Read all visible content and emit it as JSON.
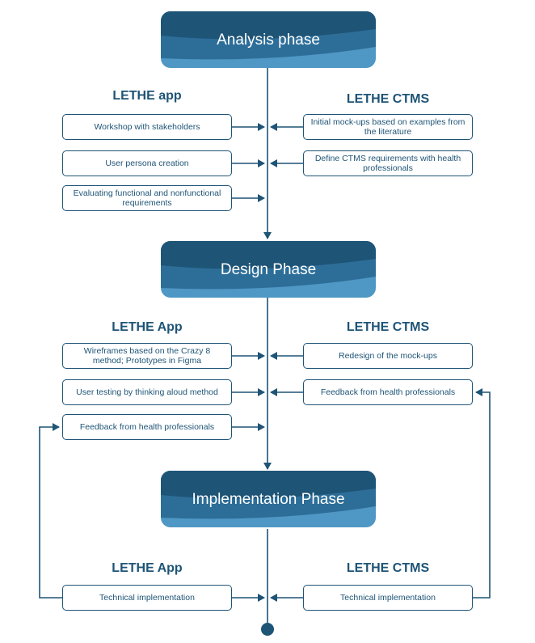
{
  "phases": {
    "analysis": "Analysis phase",
    "design": "Design Phase",
    "implementation": "Implementation Phase"
  },
  "analysis": {
    "app_heading": "LETHE app",
    "ctms_heading": "LETHE CTMS",
    "app_steps": [
      "Workshop with stakeholders",
      "User persona creation",
      "Evaluating functional and nonfunctional requirements"
    ],
    "ctms_steps": [
      "Initial mock-ups based on examples from the literature",
      "Define CTMS requirements with health professionals"
    ]
  },
  "design": {
    "app_heading": "LETHE App",
    "ctms_heading": "LETHE CTMS",
    "app_steps": [
      "Wireframes based on the Crazy 8 method; Prototypes in Figma",
      "User testing by thinking aloud method",
      "Feedback from health professionals"
    ],
    "ctms_steps": [
      "Redesign of the mock-ups",
      "Feedback from health professionals"
    ]
  },
  "implementation": {
    "app_heading": "LETHE App",
    "ctms_heading": "LETHE CTMS",
    "app_steps": [
      "Technical implementation"
    ],
    "ctms_steps": [
      "Technical implementation"
    ]
  },
  "colors": {
    "dark": "#1e5476",
    "mid": "#2d6e99",
    "light": "#4f97c4",
    "line": "#1e5476"
  }
}
